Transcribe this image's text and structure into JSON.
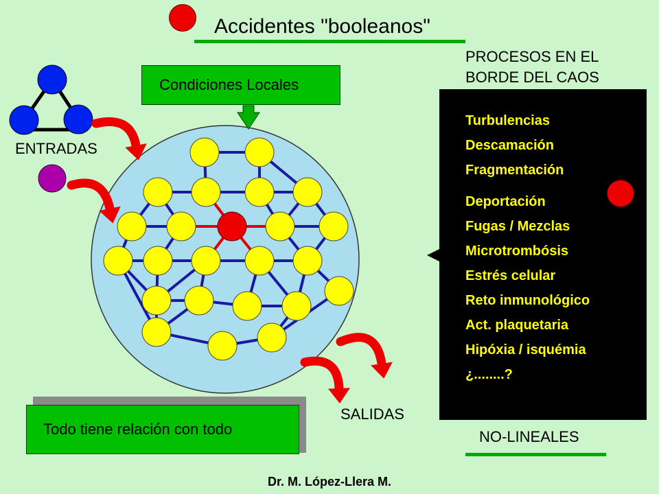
{
  "title": "Accidentes \"booleanos\"",
  "local_conditions": "Condiciones Locales",
  "inputs_label": "ENTRADAS",
  "outputs_label": "SALIDAS",
  "relation_text": "Todo tiene relación con todo",
  "processes": {
    "title_line1": "PROCESOS EN EL",
    "title_line2": "BORDE DEL CAOS",
    "items": [
      "Turbulencias",
      "Descamación",
      "Fragmentación",
      "Deportación",
      "Fugas / Mezclas",
      "Microtrombósis",
      "Estrés celular",
      "Reto inmunológico",
      "Act. plaquetaria",
      "Hipóxia / isquémia",
      "¿........?"
    ]
  },
  "nonlinear_label": "NO-LINEALES",
  "author": "Dr. M. López-Llera M.",
  "colors": {
    "background": "#ccf5cc",
    "node": "#ffff00",
    "central_node": "#ee0000",
    "link": "#1a1aa0",
    "central_link": "#dd0000",
    "arrow": "#ee0000",
    "panel_text": "#ffff00",
    "box": "#00c000"
  }
}
